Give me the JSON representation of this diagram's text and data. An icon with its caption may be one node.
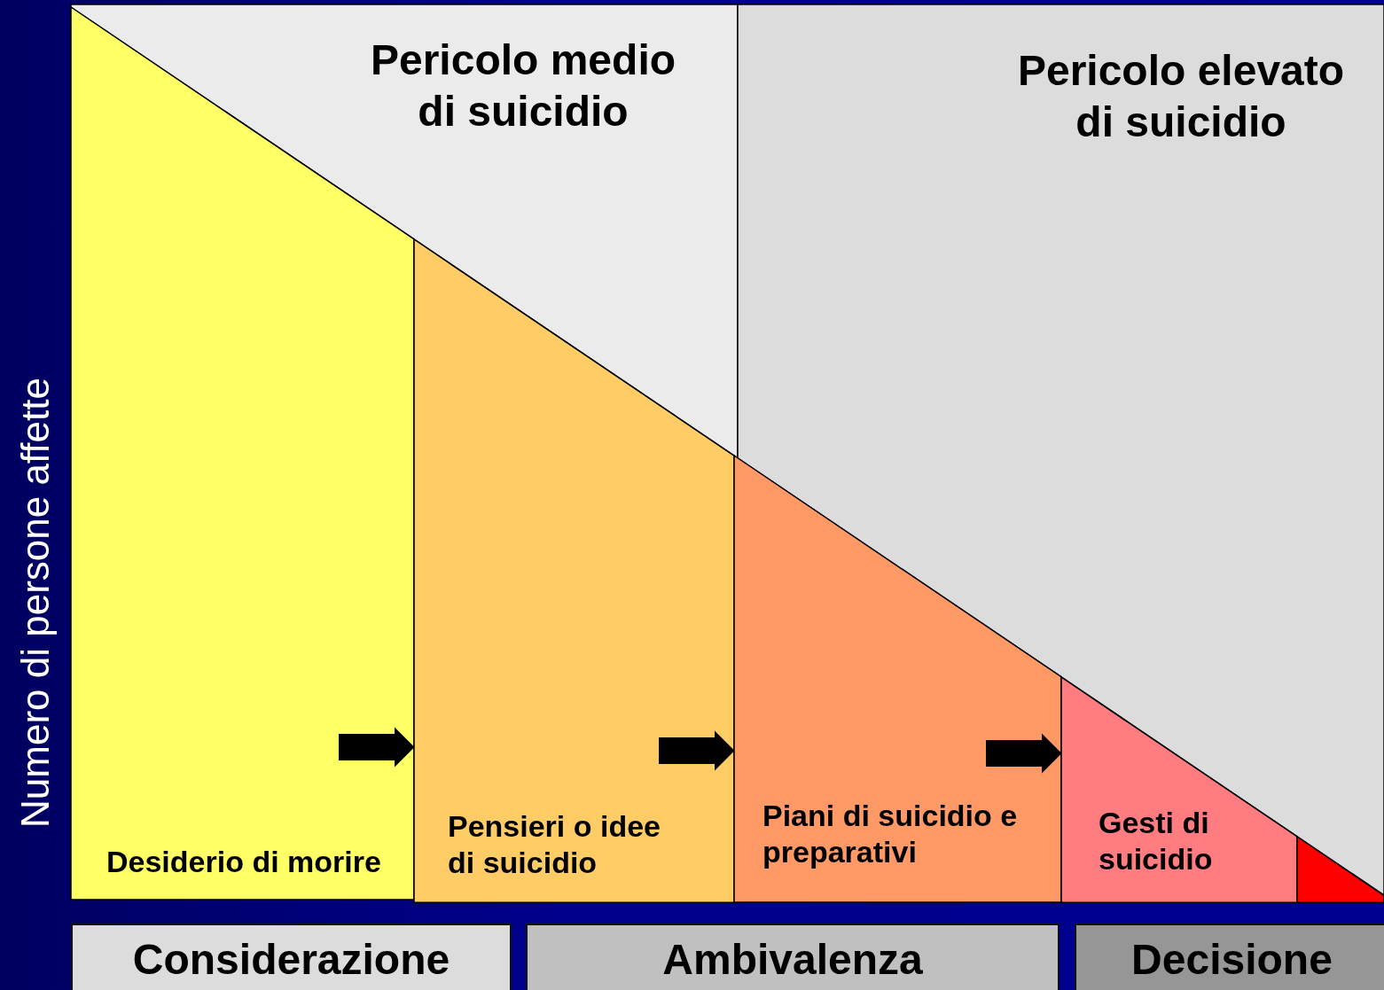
{
  "diagram": {
    "nodes": [
      {
        "text": [
          "Pericolo medio di suicidio"
        ]
      },
      {
        "text": [
          "Pericolo elevato di suicidio"
        ]
      },
      {
        "text": [
          "Desiderio di morire"
        ]
      },
      {
        "text": [
          "Pensieri o idee di suicidio"
        ]
      },
      {
        "text": [
          "Piani di suicidio e preparativi"
        ]
      },
      {
        "text": [
          "Gesti di suicidio"
        ]
      },
      {
        "text": [],
        "shape": "triangle"
      },
      {
        "text": [
          "Considerazione"
        ]
      },
      {
        "text": [
          "Ambivalenza"
        ]
      },
      {
        "text": [
          "Decisione"
        ]
      }
    ],
    "edges": [
      {
        "from": 2,
        "to": 3,
        "arrow": "to"
      },
      {
        "from": 3,
        "to": 4,
        "arrow": "to"
      },
      {
        "from": 4,
        "to": 5,
        "arrow": "to"
      }
    ],
    "labels": [
      "Numero di persone affette"
    ]
  }
}
